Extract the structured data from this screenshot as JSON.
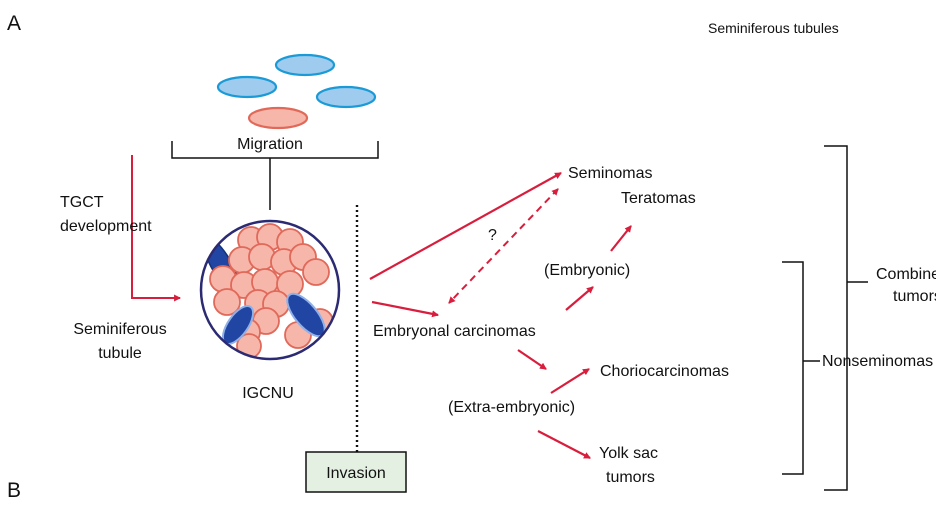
{
  "panel_labels": {
    "a": "A",
    "b": "B"
  },
  "header": {
    "title": "Seminiferous tubules"
  },
  "left": {
    "migration": "Migration",
    "tgct_line1": "TGCT",
    "tgct_line2": "development",
    "tubule_line1": "Seminiferous",
    "tubule_line2": "tubule",
    "igcnu": "IGCNU",
    "invasion": "Invasion"
  },
  "tumors": {
    "seminomas": "Seminomas",
    "question": "?",
    "teratomas": "Teratomas",
    "embryonic": "(Embryonic)",
    "embryonal_carcinomas": "Embryonal carcinomas",
    "choriocarcinomas": "Choriocarcinomas",
    "extra_embryonic": "(Extra-embryonic)",
    "yolk_line1": "Yolk sac",
    "yolk_line2": "tumors"
  },
  "groups": {
    "combined_line1": "Combined",
    "combined_line2": "tumors",
    "nonseminomas": "Nonseminomas"
  },
  "colors": {
    "arrow_red": "#d81e3c",
    "blue_cell_fill": "#9ecbee",
    "blue_cell_stroke": "#1a9ad6",
    "pink_cell_fill": "#f6b6aa",
    "pink_cell_stroke": "#e0695a",
    "dark_blue_cell": "#2145a3",
    "tubule_border": "#2b2a72",
    "invasion_box_fill": "#e4f1e2"
  }
}
